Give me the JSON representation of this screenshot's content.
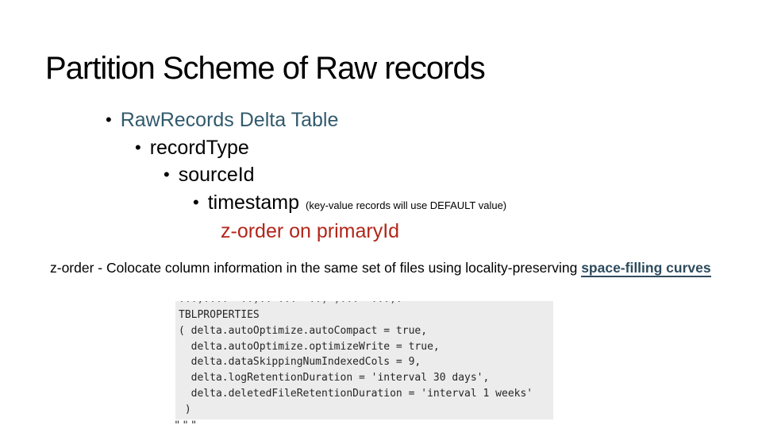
{
  "slide": {
    "title": "Partition Scheme of Raw records",
    "outline": {
      "item1": "RawRecords Delta Table",
      "item2": "recordType",
      "item3": "sourceId",
      "item4": "timestamp",
      "item4_note": "(key-value records will use DEFAULT value)",
      "item5": "z-order on primaryId"
    },
    "definition": {
      "text": "z-order - Colocate column information in the same set of files using locality-preserving ",
      "link": "space-filling curves"
    },
    "code_screenshot": {
      "clipped_top_fragment": "...,....  ..,..'...  .., ,...  ...,.",
      "lines": [
        "TBLPROPERTIES",
        "( delta.autoOptimize.autoCompact = true,",
        "  delta.autoOptimize.optimizeWrite = true,",
        "  delta.dataSkippingNumIndexedCols = 9,",
        "  delta.logRetentionDuration = 'interval 30 days',",
        "  delta.deletedFileRetentionDuration = 'interval 1 weeks'",
        " )"
      ],
      "clipped_bottom_fragment": "\"\"\""
    },
    "colors": {
      "teal": "#315a6c",
      "red": "#b2261a",
      "link": "#2e4b5e",
      "code_bg": "#ececec"
    }
  }
}
